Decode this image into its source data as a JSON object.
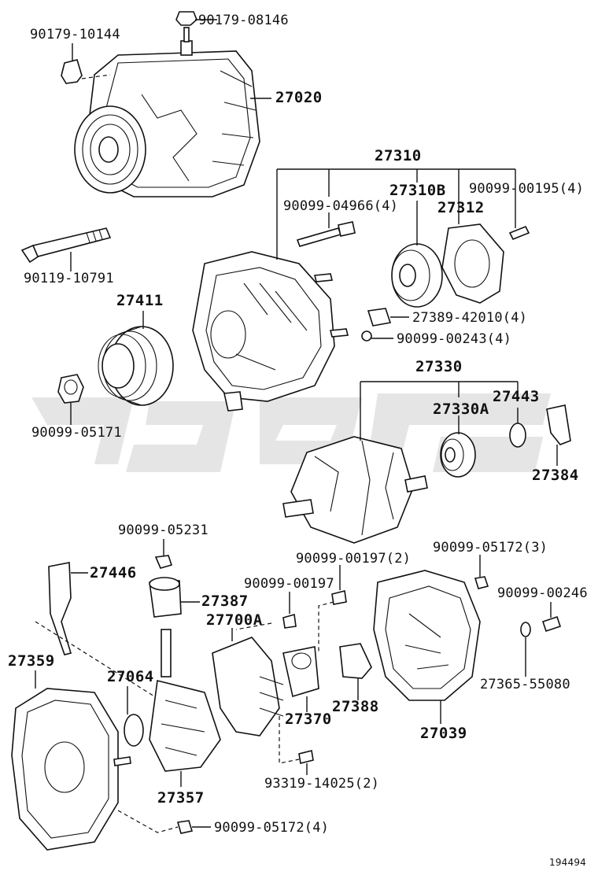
{
  "diagram_id": "194494",
  "watermark_color": "#cfcfcf",
  "line_color": "#111111",
  "labels": {
    "p90179_08146": "90179-08146",
    "p90179_10144": "90179-10144",
    "p27020": "27020",
    "p27310": "27310",
    "p27310B": "27310B",
    "p90099_00195": "90099-00195(4)",
    "p90099_04966": "90099-04966(4)",
    "p27312": "27312",
    "p90119_10791": "90119-10791",
    "p27411": "27411",
    "p27389_42010": "27389-42010(4)",
    "p90099_00243": "90099-00243(4)",
    "p27330": "27330",
    "p27443": "27443",
    "p27330A": "27330A",
    "p90099_05171": "90099-05171",
    "p27384": "27384",
    "p90099_05231": "90099-05231",
    "p90099_00197_2": "90099-00197(2)",
    "p90099_05172_3": "90099-05172(3)",
    "p27446": "27446",
    "p90099_00197": "90099-00197",
    "p90099_00246": "90099-00246",
    "p27387": "27387",
    "p27700A": "27700A",
    "p27359": "27359",
    "p27064": "27064",
    "p27365_55080": "27365-55080",
    "p27388": "27388",
    "p27370": "27370",
    "p27039": "27039",
    "p93319_14025": "93319-14025(2)",
    "p27357": "27357",
    "p90099_05172_4": "90099-05172(4)"
  }
}
